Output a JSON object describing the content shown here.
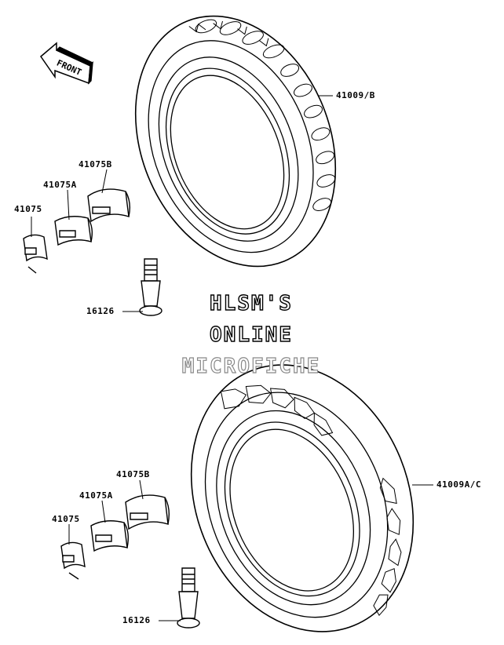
{
  "front_arrow": {
    "label": "FRONT"
  },
  "parts": {
    "tire_upper": "41009/B",
    "tire_lower": "41009A/C",
    "weight_b_upper": "41075B",
    "weight_a_upper": "41075A",
    "weight_upper": "41075",
    "valve_upper": "16126",
    "weight_b_lower": "41075B",
    "weight_a_lower": "41075A",
    "weight_lower": "41075",
    "valve_lower": "16126"
  },
  "watermark": {
    "line1": "HLSM'S",
    "line2": "ONLINE",
    "line3": "MICROFICHE"
  }
}
